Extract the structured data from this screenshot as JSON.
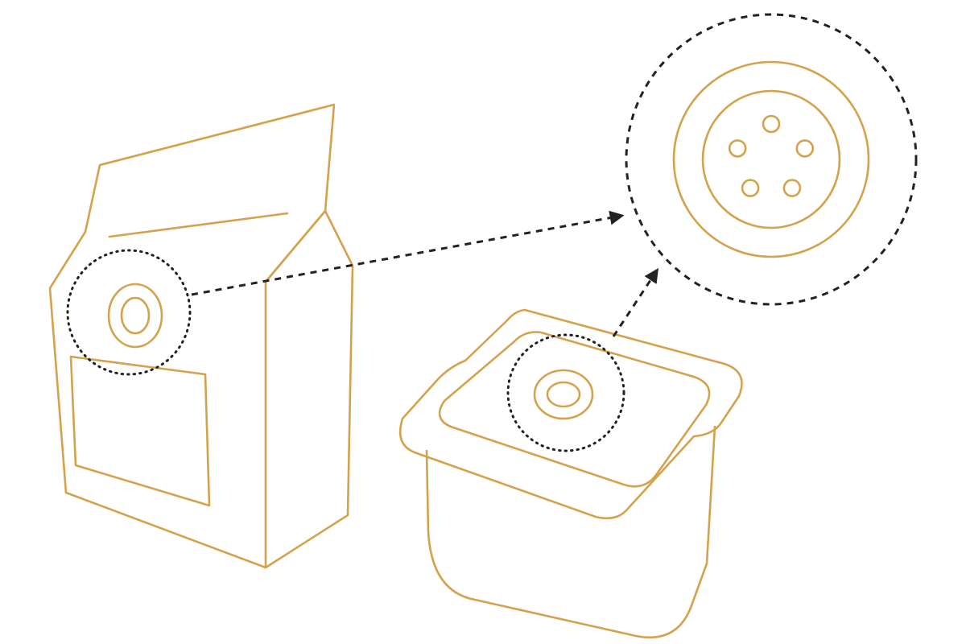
{
  "illustration": {
    "subjects": [
      "coffee-bag",
      "coffee-tub",
      "degassing-valve-detail"
    ],
    "valve_hole_count": 5
  },
  "colors": {
    "background": "#ffffff",
    "outline": "#d4a24c",
    "callout": "#222222"
  }
}
